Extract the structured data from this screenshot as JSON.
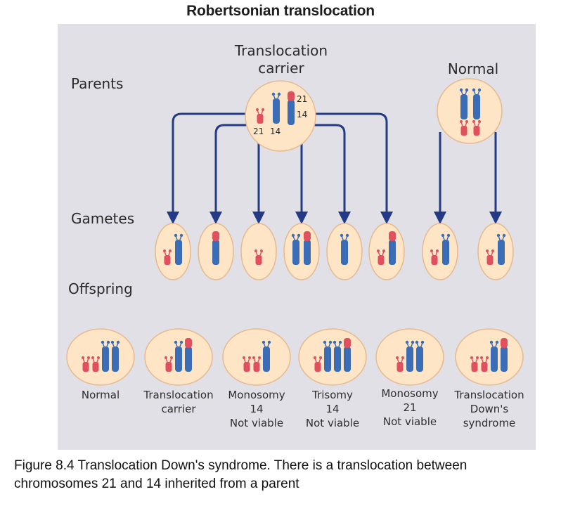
{
  "title": "Robertsonian translocation",
  "row_labels": {
    "parents": "Parents",
    "gametes": "Gametes",
    "offspring": "Offspring"
  },
  "parents": [
    {
      "id": "carrier",
      "label_lines": [
        "Translocation",
        "carrier"
      ],
      "chromosome_labels": [
        "21",
        "14",
        "21",
        "14"
      ]
    },
    {
      "id": "normal",
      "label_lines": [
        "Normal"
      ]
    }
  ],
  "colors": {
    "chromosome_14": "#3a6db5",
    "chromosome_21": "#e0505f",
    "cell_fill": "#fde5c6",
    "cell_stroke": "#e6b98e",
    "arrow": "#233a86",
    "panel": "#e1e0e6"
  },
  "gametes": [
    {
      "from": "carrier",
      "contents": [
        "21",
        "14"
      ]
    },
    {
      "from": "carrier",
      "contents": [
        "14/21"
      ]
    },
    {
      "from": "carrier",
      "contents": [
        "21"
      ]
    },
    {
      "from": "carrier",
      "contents": [
        "14",
        "14/21"
      ]
    },
    {
      "from": "carrier",
      "contents": [
        "14"
      ]
    },
    {
      "from": "carrier",
      "contents": [
        "21",
        "14/21"
      ]
    },
    {
      "from": "normal",
      "contents": [
        "21",
        "14"
      ]
    },
    {
      "from": "normal",
      "contents": [
        "21",
        "14"
      ]
    }
  ],
  "offspring": [
    {
      "label_lines": [
        "Normal"
      ],
      "contents": [
        "21",
        "21",
        "14",
        "14"
      ]
    },
    {
      "label_lines": [
        "Translocation",
        "carrier"
      ],
      "contents": [
        "21",
        "14",
        "14/21"
      ]
    },
    {
      "label_lines": [
        "Monosomy",
        "14",
        "Not viable"
      ],
      "contents": [
        "21",
        "21",
        "14"
      ]
    },
    {
      "label_lines": [
        "Trisomy",
        "14",
        "Not viable"
      ],
      "contents": [
        "21",
        "14",
        "14",
        "14/21"
      ]
    },
    {
      "label_lines": [
        "Monosomy",
        "21",
        "Not viable"
      ],
      "contents": [
        "21",
        "14",
        "14"
      ]
    },
    {
      "label_lines": [
        "Translocation",
        "Down's",
        "syndrome"
      ],
      "contents": [
        "21",
        "21",
        "14",
        "14/21"
      ]
    }
  ],
  "caption_lines": [
    "Figure 8.4 Translocation Down's syndrome. There is a translocation between",
    "chromosomes 21 and 14 inherited from a parent"
  ]
}
